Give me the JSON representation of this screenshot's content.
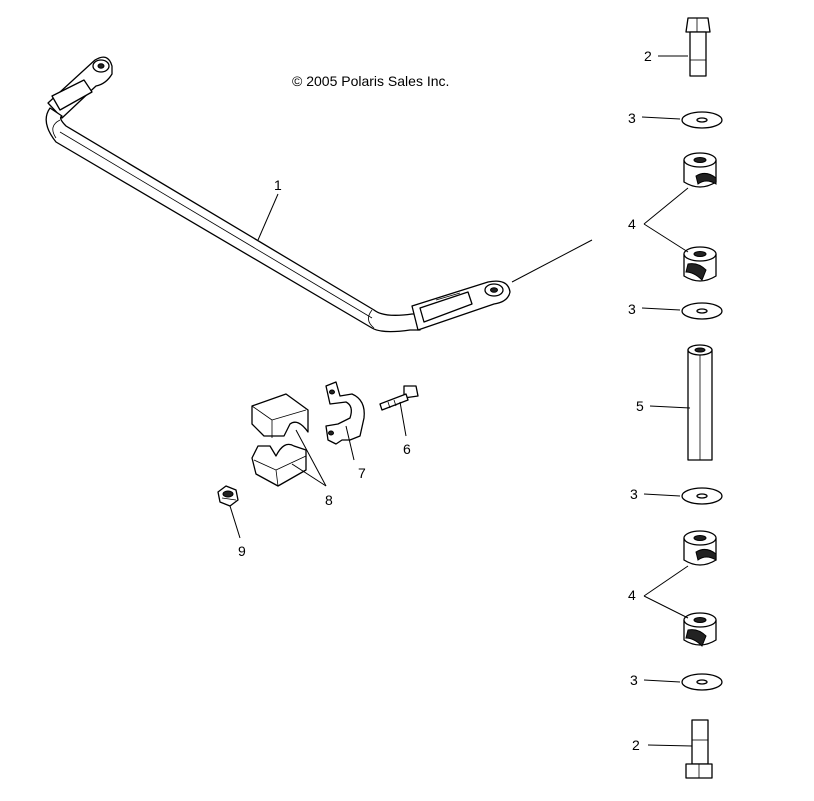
{
  "copyright": "© 2005 Polaris Sales Inc.",
  "callouts": {
    "c1": "1",
    "c2_top": "2",
    "c3_a": "3",
    "c4_top": "4",
    "c3_b": "3",
    "c5": "5",
    "c3_c": "3",
    "c4_bottom": "4",
    "c3_d": "3",
    "c2_bottom": "2",
    "c6": "6",
    "c7": "7",
    "c8": "8",
    "c9": "9"
  }
}
